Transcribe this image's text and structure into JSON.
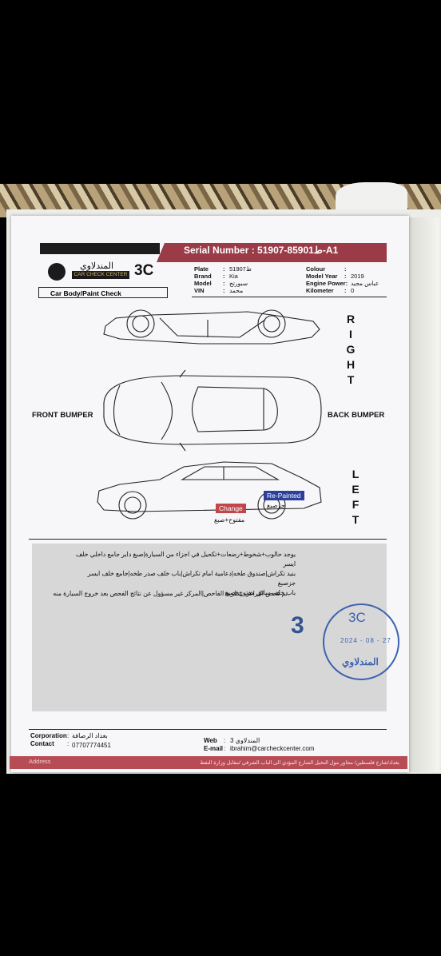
{
  "serial": {
    "label": "Serial Number :",
    "value": "ط85901-51907-A1"
  },
  "logo": {
    "arabic": "المندلاوي",
    "band": "CAR CHECK CENTER",
    "short": "3C"
  },
  "vehicle": {
    "plate_label": "Plate",
    "plate_value": "ط51907",
    "brand_label": "Brand",
    "brand_value": "Kia",
    "model_label": "Model",
    "model_value": "سبورتج",
    "vin_label": "VIN",
    "vin_value": "محمد",
    "colour_label": "Colour",
    "colour_value": "",
    "year_label": "Model Year",
    "year_value": "2019",
    "engine_label": "Engine Power:",
    "engine_value": "عباس مجيد",
    "km_label": "Kilometer",
    "km_value": "0"
  },
  "section_title": "Car Body/Paint Check",
  "sides": {
    "right": [
      "R",
      "I",
      "G",
      "H",
      "T"
    ],
    "left": [
      "L",
      "E",
      "F",
      "T"
    ],
    "front": "FRONT BUMPER",
    "back": "BACK BUMPER"
  },
  "tags": {
    "change": "Change",
    "change_ar": "مفتوح+صبغ",
    "repainted": "Re-Painted",
    "repainted_ar": "جزصبغ"
  },
  "notes": {
    "line1": "يوجد حالوب+شخوط+رضعات+تكحيل في اجزاء من السيارة|صبغ داير جامع داخلي خلف ايسر",
    "line2": "بنيد تكراش|صندوق طخه|دعامية امام تكراش|باب خلف صدر طخه|جامع خلف ايسر جزصبغ",
    "line3": "باب خلف سائق مفتوح+صبغ",
    "line4": "تم فحص البراغي بنظرية الفاحص|المركز غير مسؤول عن نتائج الفحص بعد خروج السيارة منه"
  },
  "stamp": {
    "number": "3",
    "code": "3C",
    "date": "2024 - 08 - 27",
    "arabic": "المندلاوي"
  },
  "footer": {
    "corp_label": "Corporation",
    "corp_value": "بغداد الرصافة",
    "contact_label": "Contact",
    "contact_value": "07707774451",
    "web_label": "Web",
    "web_value": "المندلاوي 3",
    "email_label": "E-mail",
    "email_value": "ibrahim@carcheckcenter.com",
    "address_label": "Address",
    "address_value": "بغداد/شارع فلسطين/ مجاور مول النخيل الشارع المؤدي الى الباب الشرقي /مقابل وزارة النفط"
  }
}
